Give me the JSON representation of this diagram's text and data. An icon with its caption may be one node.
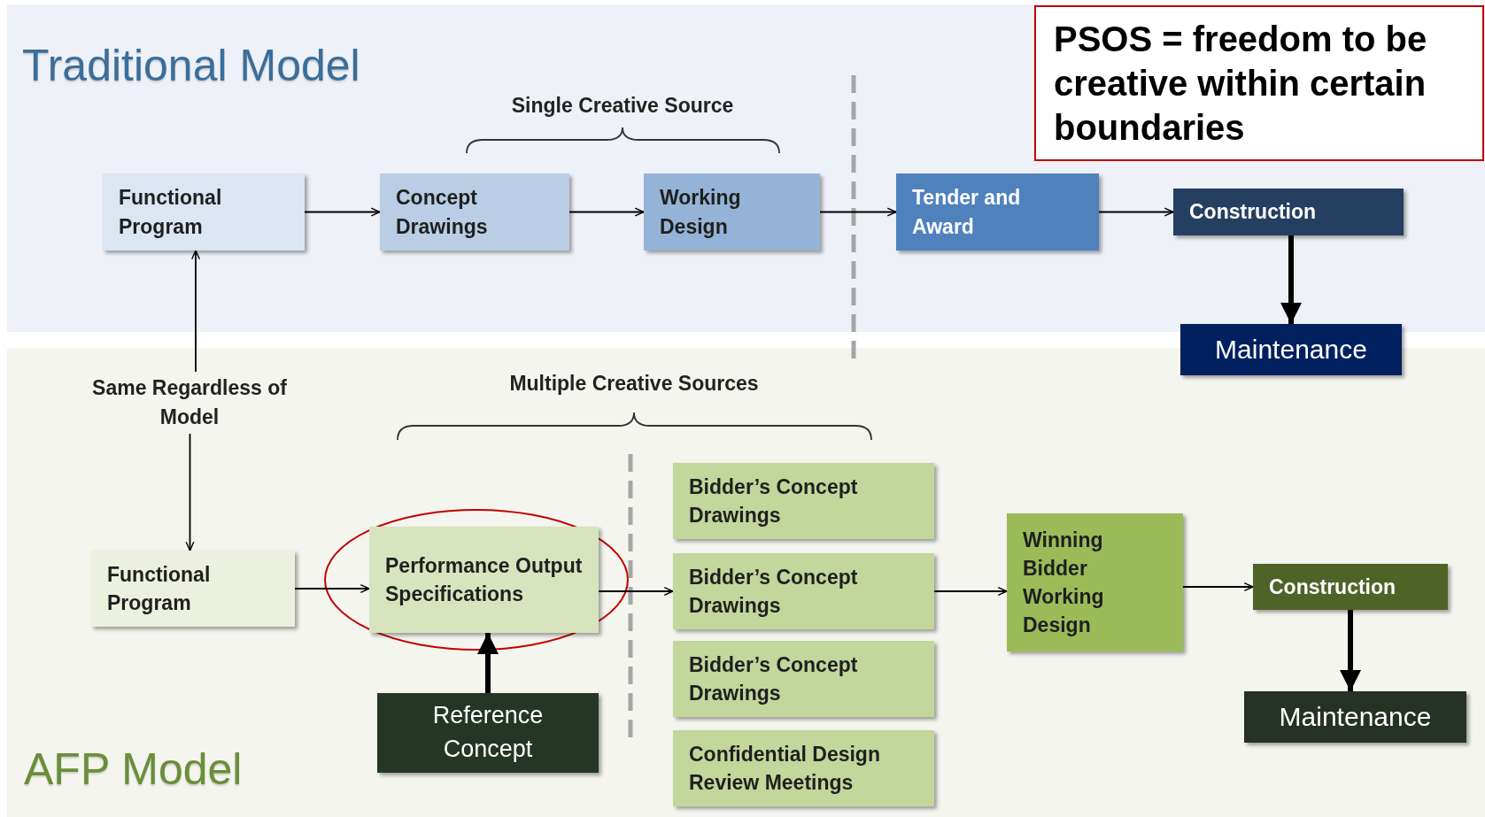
{
  "diagram": {
    "nodes": [
      {
        "text": [
          "Traditional Model"
        ]
      },
      {
        "text": [
          "Functional Program"
        ],
        "in": 0
      },
      {
        "text": [
          "Concept Drawings"
        ],
        "in": 0
      },
      {
        "text": [
          "Working Design"
        ],
        "in": 0
      },
      {
        "text": [
          "Tender and Award"
        ],
        "in": 0
      },
      {
        "text": [
          "Construction"
        ],
        "in": 0
      },
      {
        "text": [
          "Maintenance"
        ]
      },
      {
        "text": [
          "PSOS = freedom to be creative within certain boundaries"
        ],
        "in": 0
      },
      {
        "text": [
          "AFP Model"
        ]
      },
      {
        "text": [
          "Same Regardless of Model"
        ],
        "in": 8
      },
      {
        "text": [
          "Functional Program"
        ],
        "in": 8
      },
      {
        "text": [
          "Performance Output Specifications"
        ],
        "in": 8
      },
      {
        "text": [
          "Reference Concept"
        ],
        "in": 8
      },
      {
        "text": [
          "Bidder’s Concept Drawings"
        ],
        "in": 8
      },
      {
        "text": [
          "Bidder’s Concept Drawings"
        ],
        "in": 8
      },
      {
        "text": [
          "Bidder’s Concept Drawings"
        ],
        "in": 8
      },
      {
        "text": [
          "Confidential Design Review Meetings"
        ],
        "in": 8
      },
      {
        "text": [
          "Winning Bidder Working Design"
        ],
        "in": 8
      },
      {
        "text": [
          "Construction"
        ],
        "in": 8
      },
      {
        "text": [
          "Maintenance"
        ],
        "in": 8
      }
    ],
    "edges": [
      {
        "from": 1,
        "to": 2,
        "arrow": "to"
      },
      {
        "from": 2,
        "to": 3,
        "arrow": "to"
      },
      {
        "from": 3,
        "to": 4,
        "arrow": "to"
      },
      {
        "from": 4,
        "to": 5,
        "arrow": "to"
      },
      {
        "from": 5,
        "to": 6,
        "arrow": "to",
        "style": "thick"
      },
      {
        "from": 9,
        "to": 1,
        "arrow": "to"
      },
      {
        "from": 9,
        "to": 10,
        "arrow": "to"
      },
      {
        "from": 10,
        "to": 11,
        "arrow": "to"
      },
      {
        "from": 12,
        "to": 11,
        "arrow": "to",
        "style": "thick"
      },
      {
        "from": 11,
        "to": 14,
        "arrow": "to"
      },
      {
        "from": 14,
        "to": 17,
        "arrow": "to"
      },
      {
        "from": 17,
        "to": 18,
        "arrow": "to"
      },
      {
        "from": 18,
        "to": 19,
        "arrow": "to",
        "style": "thick"
      }
    ],
    "labels": [
      "Single Creative Source",
      "Multiple Creative Sources"
    ]
  }
}
